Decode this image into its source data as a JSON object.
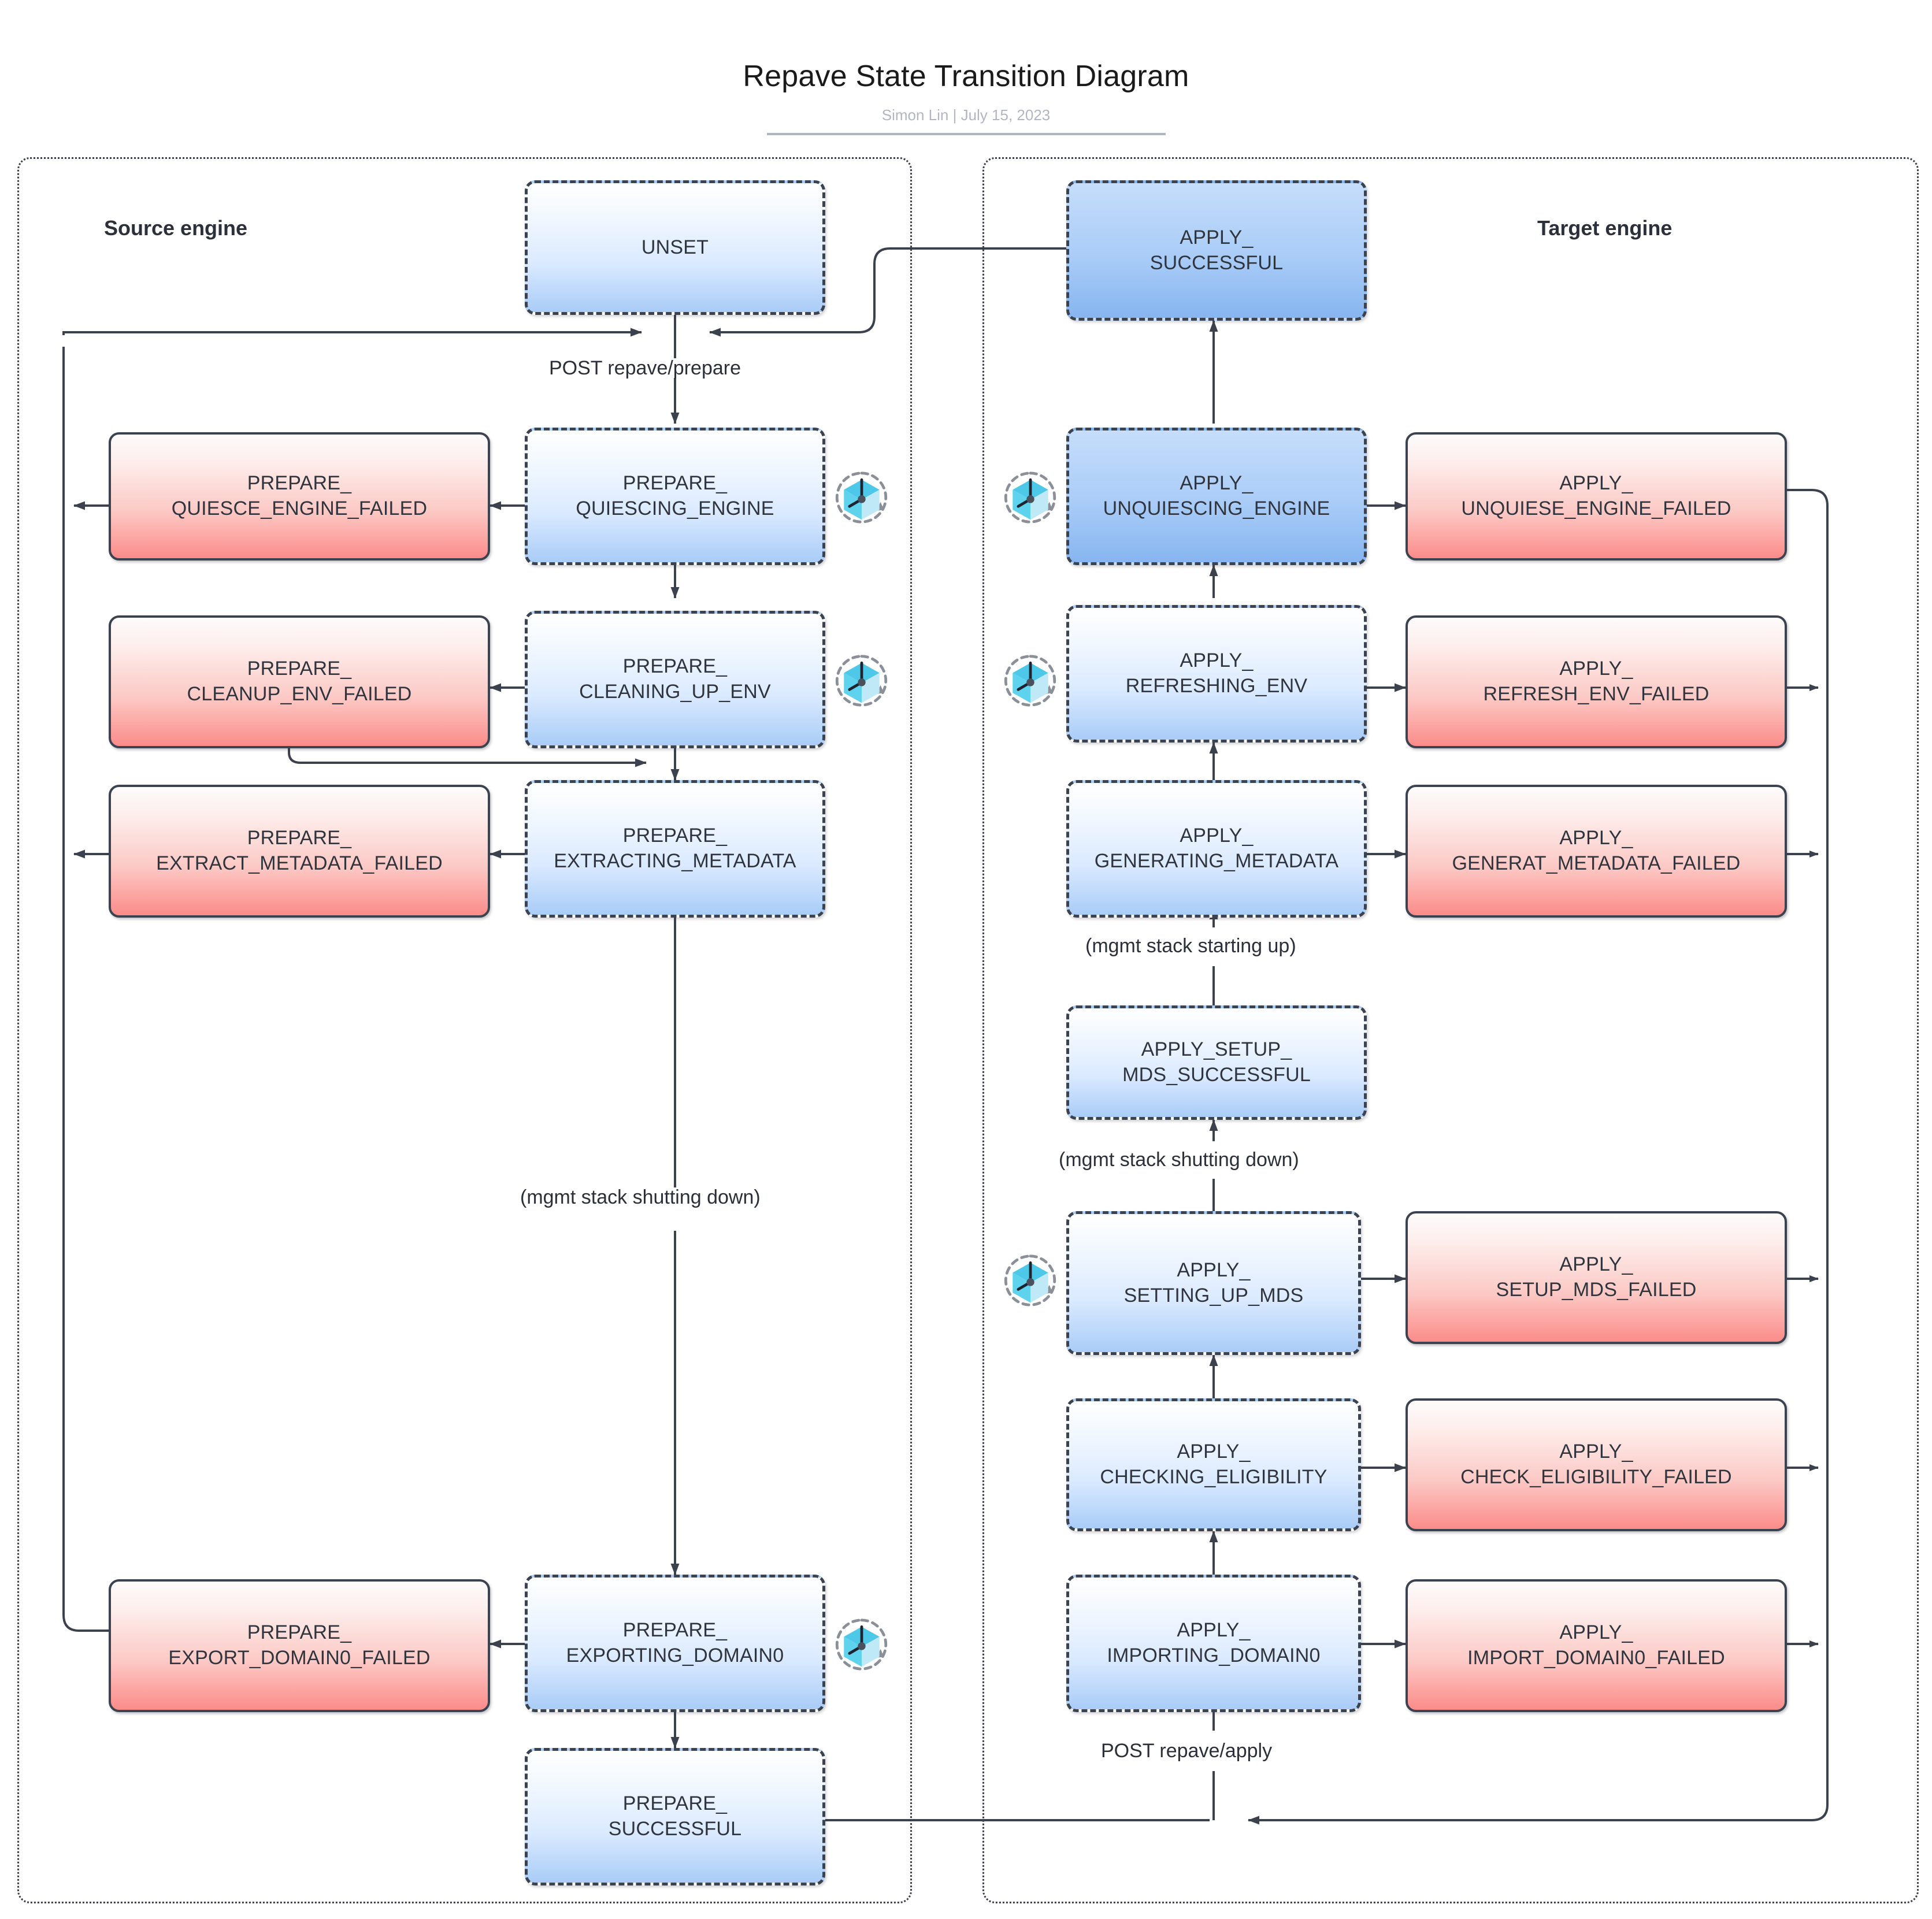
{
  "header": {
    "title": "Repave State Transition Diagram",
    "subtitle": "Simon Lin  |  July 15, 2023"
  },
  "lanes": {
    "source": {
      "title": "Source engine"
    },
    "target": {
      "title": "Target engine"
    }
  },
  "nodes": {
    "unset": "UNSET",
    "prepare_quiescing_engine": "PREPARE_\nQUIESCING_ENGINE",
    "prepare_quiesce_engine_failed": "PREPARE_\nQUIESCE_ENGINE_FAILED",
    "prepare_cleaning_up_env": "PREPARE_\nCLEANING_UP_ENV",
    "prepare_cleanup_env_failed": "PREPARE_\nCLEANUP_ENV_FAILED",
    "prepare_extracting_metadata": "PREPARE_\nEXTRACTING_METADATA",
    "prepare_extract_metadata_failed": "PREPARE_\nEXTRACT_METADATA_FAILED",
    "prepare_exporting_domain0": "PREPARE_\nEXPORTING_DOMAIN0",
    "prepare_export_domain0_failed": "PREPARE_\nEXPORT_DOMAIN0_FAILED",
    "prepare_successful": "PREPARE_\nSUCCESSFUL",
    "apply_successful": "APPLY_\nSUCCESSFUL",
    "apply_unquiescing_engine": "APPLY_\nUNQUIESCING_ENGINE",
    "apply_unquiese_engine_failed": "APPLY_\nUNQUIESE_ENGINE_FAILED",
    "apply_refreshing_env": "APPLY_\nREFRESHING_ENV",
    "apply_refresh_env_failed": "APPLY_\nREFRESH_ENV_FAILED",
    "apply_generating_metadata": "APPLY_\nGENERATING_METADATA",
    "apply_generat_metadata_failed": "APPLY_\nGENERAT_METADATA_FAILED",
    "apply_setup_mds_successful": "APPLY_SETUP_\nMDS_SUCCESSFUL",
    "apply_setting_up_mds": "APPLY_\nSETTING_UP_MDS",
    "apply_setup_mds_failed": "APPLY_\nSETUP_MDS_FAILED",
    "apply_checking_eligibility": "APPLY_\nCHECKING_ELIGIBILITY",
    "apply_check_eligibility_failed": "APPLY_\nCHECK_ELIGIBILITY_FAILED",
    "apply_importing_domain0": "APPLY_\nIMPORTING_DOMAIN0",
    "apply_import_domain0_failed": "APPLY_\nIMPORT_DOMAIN0_FAILED"
  },
  "edge_labels": {
    "post_repave_prepare": "POST repave/prepare",
    "post_repave_apply": "POST repave/apply",
    "mgmt_shutting_down_source": "(mgmt stack shutting down)",
    "mgmt_starting_up_target": "(mgmt stack starting up)",
    "mgmt_shutting_down_target": "(mgmt stack shutting down)"
  },
  "icons": {
    "timer_cube": "timer-cube-icon",
    "count": 6
  },
  "colors": {
    "active_node_fill_top": "#ffffff",
    "active_node_fill_bottom": "#a9ccf7",
    "strong_node_fill": "#87b5f0",
    "fail_node_fill_bottom": "#fb8c8a",
    "node_border": "#3b4250",
    "edge_stroke": "#3c424d",
    "lane_border": "#3a3f4a",
    "subtitle": "#b0b7c3",
    "icon_cube": "#35c3e3"
  }
}
